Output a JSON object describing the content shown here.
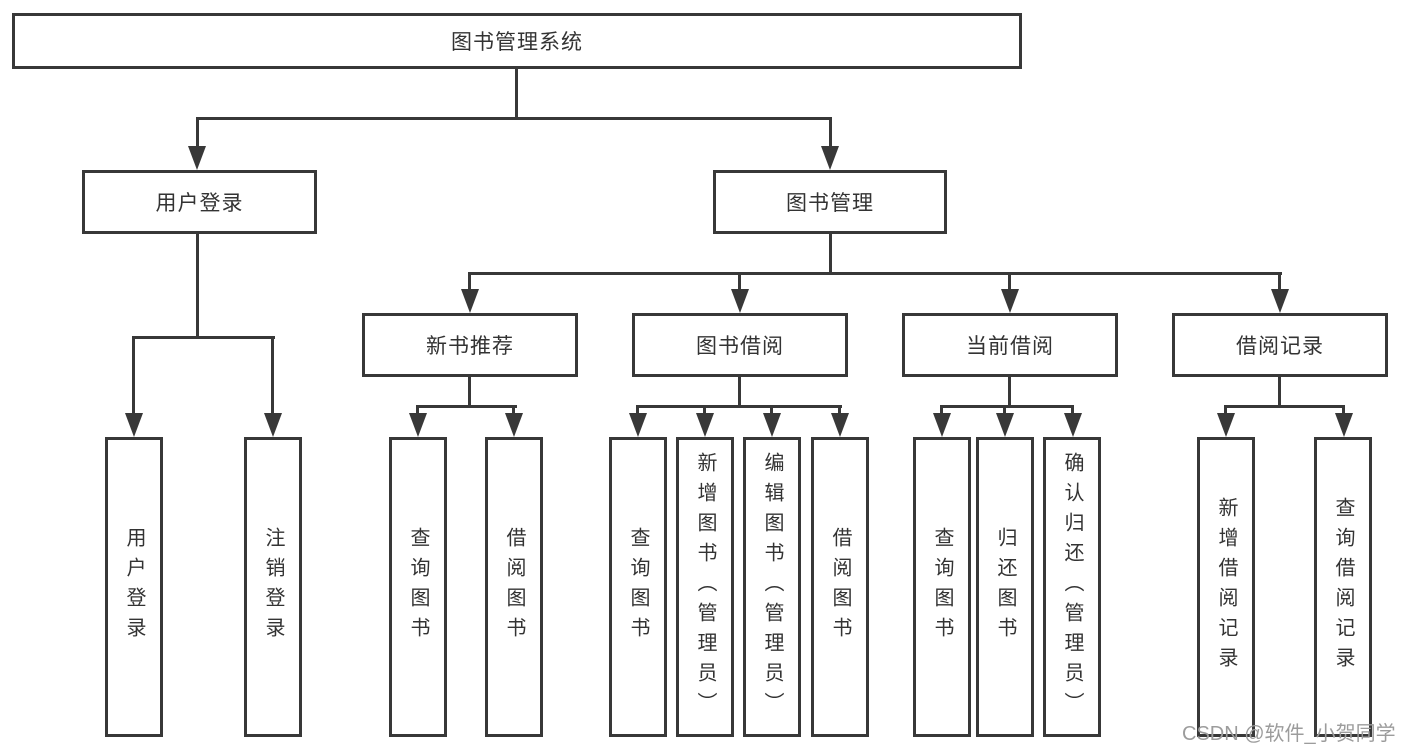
{
  "diagram": {
    "line_color": "#383838",
    "text_color": "#333333",
    "background": "#ffffff",
    "nodes": {
      "root": "图书管理系统",
      "user_login": "用户登录",
      "book_mgmt": "图书管理",
      "new_book_rec": "新书推荐",
      "book_borrow": "图书借阅",
      "current_borrow": "当前借阅",
      "borrow_record": "借阅记录"
    },
    "leaves": {
      "user_login": [
        "用户登录",
        "注销登录"
      ],
      "new_book_rec": [
        "查询图书",
        "借阅图书"
      ],
      "book_borrow": [
        "查询图书",
        "新增图书（管理员）",
        "编辑图书（管理员）",
        "借阅图书"
      ],
      "current_borrow": [
        "查询图书",
        "归还图书",
        "确认归还（管理员）"
      ],
      "borrow_record": [
        "新增借阅记录",
        "查询借阅记录"
      ]
    }
  },
  "watermark": {
    "text": "CSDN @软件_小贺同学"
  }
}
